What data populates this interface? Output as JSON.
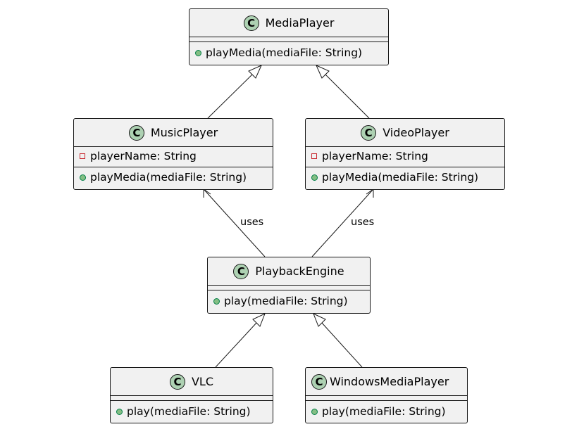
{
  "classes": {
    "media_player": {
      "name": "MediaPlayer",
      "badge": "C",
      "fields": [],
      "methods": [
        "playMedia(mediaFile: String)"
      ]
    },
    "music_player": {
      "name": "MusicPlayer",
      "badge": "C",
      "fields": [
        "playerName: String"
      ],
      "methods": [
        "playMedia(mediaFile: String)"
      ]
    },
    "video_player": {
      "name": "VideoPlayer",
      "badge": "C",
      "fields": [
        "playerName: String"
      ],
      "methods": [
        "playMedia(mediaFile: String)"
      ]
    },
    "playback_engine": {
      "name": "PlaybackEngine",
      "badge": "C",
      "fields": [],
      "methods": [
        "play(mediaFile: String)"
      ]
    },
    "vlc": {
      "name": "VLC",
      "badge": "C",
      "fields": [],
      "methods": [
        "play(mediaFile: String)"
      ]
    },
    "windows_media_player": {
      "name": "WindowsMediaPlayer",
      "badge": "C",
      "fields": [],
      "methods": [
        "play(mediaFile: String)"
      ]
    }
  },
  "relations": [
    {
      "from": "music_player",
      "to": "media_player",
      "kind": "inheritance",
      "label": ""
    },
    {
      "from": "video_player",
      "to": "media_player",
      "kind": "inheritance",
      "label": ""
    },
    {
      "from": "playback_engine",
      "to": "music_player",
      "kind": "association",
      "label": "uses"
    },
    {
      "from": "playback_engine",
      "to": "video_player",
      "kind": "association",
      "label": "uses"
    },
    {
      "from": "vlc",
      "to": "playback_engine",
      "kind": "inheritance",
      "label": ""
    },
    {
      "from": "windows_media_player",
      "to": "playback_engine",
      "kind": "inheritance",
      "label": ""
    }
  ],
  "colors": {
    "box_fill": "#f1f1f1",
    "border": "#181818",
    "badge_fill": "#add1b2",
    "public_marker": "#84be84",
    "private_marker": "#c82930"
  }
}
